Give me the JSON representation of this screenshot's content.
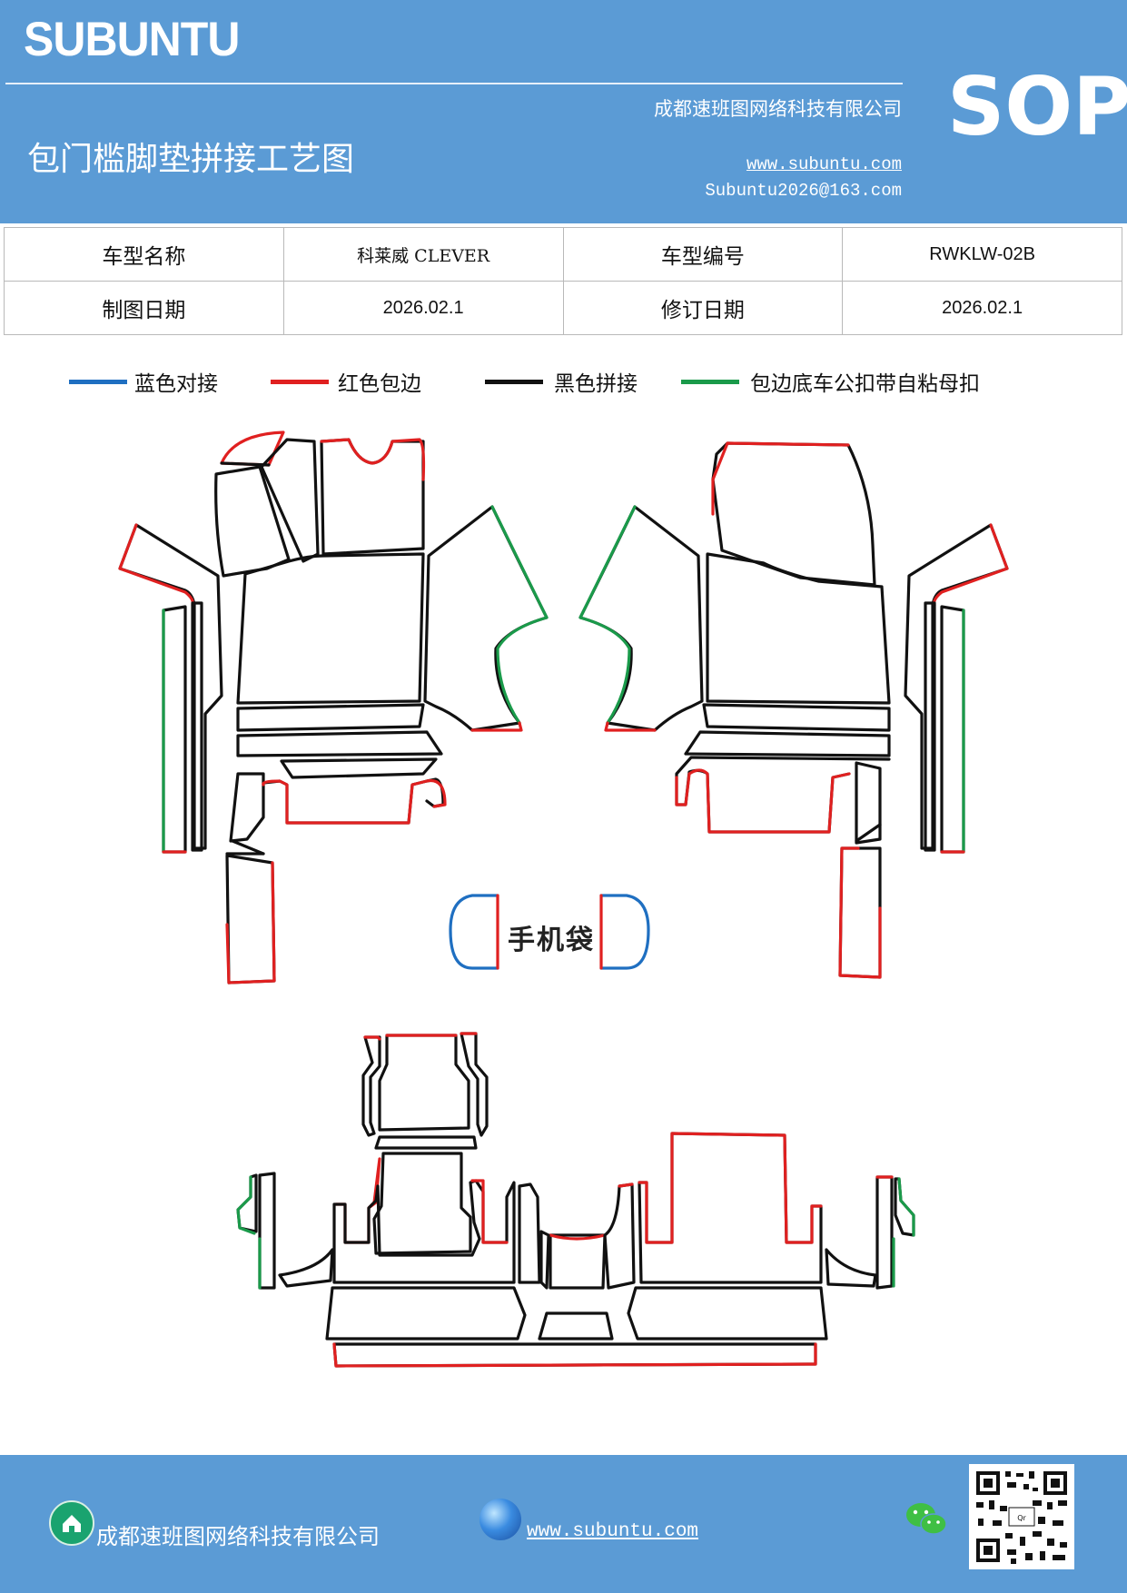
{
  "header": {
    "brand": "SUBUNTU",
    "title": "包门槛脚垫拼接工艺图",
    "company": "成都速班图网络科技有限公司",
    "website": "www.subuntu.com",
    "email": "Subuntu2026@163.com",
    "badge": "SOP"
  },
  "info_table": {
    "rows": [
      [
        "车型名称",
        "科莱威 CLEVER",
        "车型编号",
        "RWKLW-02B"
      ],
      [
        "制图日期",
        "2026.02.1",
        "修订日期",
        "2026.02.1"
      ]
    ]
  },
  "legend": [
    {
      "label": "蓝色对接",
      "color": "#1f6fc1"
    },
    {
      "label": "红色包边",
      "color": "#e02020"
    },
    {
      "label": "黑色拼接",
      "color": "#111111"
    },
    {
      "label": "包边底车公扣带自粘母扣",
      "color": "#1a9a4a"
    }
  ],
  "diagram": {
    "phone_bag_label": "手机袋",
    "colors": {
      "black": "#111111",
      "red": "#e02020",
      "green": "#1a9a4a",
      "blue": "#1f6fc1"
    }
  },
  "footer": {
    "company": "成都速班图网络科技有限公司",
    "website": "www.subuntu.com",
    "icons": [
      "home-icon",
      "globe-icon",
      "wechat-icon",
      "qr-code"
    ]
  }
}
